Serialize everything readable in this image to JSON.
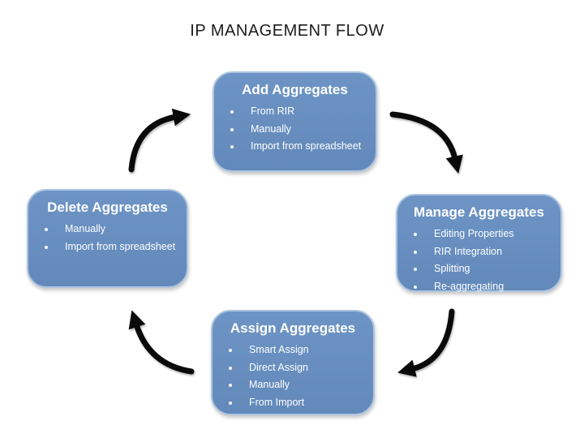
{
  "title": "IP MANAGEMENT FLOW",
  "colors": {
    "background": "#ffffff",
    "box_fill": "#6d94c5",
    "box_fill_bottom": "#6289ba",
    "box_border": "#aec5e0",
    "box_text": "#ffffff",
    "arrow": "#0a0a0a",
    "title": "#1b1b1b"
  },
  "nodes": [
    {
      "id": "add",
      "title": "Add Aggregates",
      "items": [
        "From RIR",
        "Manually",
        "Import from spreadsheet"
      ]
    },
    {
      "id": "manage",
      "title": "Manage Aggregates",
      "items": [
        "Editing Properties",
        "RIR Integration",
        "Splitting",
        "Re-aggregating"
      ]
    },
    {
      "id": "assign",
      "title": "Assign Aggregates",
      "items": [
        "Smart Assign",
        "Direct Assign",
        "Manually",
        "From Import"
      ]
    },
    {
      "id": "delete",
      "title": "Delete Aggregates",
      "items": [
        "Manually",
        "Import from spreadsheet"
      ]
    }
  ],
  "flow": {
    "direction": "clockwise",
    "edges": [
      "Add Aggregates -> Manage Aggregates",
      "Manage Aggregates -> Assign Aggregates",
      "Assign Aggregates -> Delete Aggregates",
      "Delete Aggregates -> Add Aggregates"
    ]
  }
}
